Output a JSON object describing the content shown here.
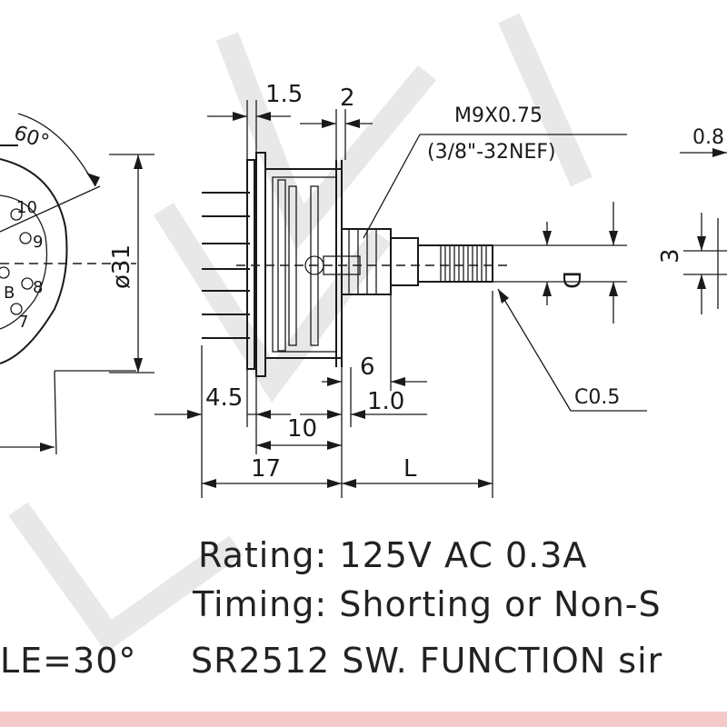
{
  "drawing": {
    "front_view": {
      "angle_label": "60°",
      "diameter_label": "ø31",
      "pin_labels": [
        "10",
        "9",
        "8",
        "7",
        "B"
      ]
    },
    "side_view": {
      "dim_1_5": "1.5",
      "dim_2": "2",
      "thread_spec": "M9X0.75",
      "thread_spec_alt": "(3/8\"-32NEF)",
      "dim_6": "6",
      "dim_4_5": "4.5",
      "dim_1_0": "1.0",
      "dim_10": "10",
      "dim_17": "17",
      "dim_L": "L",
      "dim_D": "D",
      "chamfer": "C0.5"
    },
    "shaft_detail": {
      "dim_0_8": "0.8",
      "dim_3": "3"
    }
  },
  "notes": {
    "rating": "Rating: 125V AC 0.3A",
    "timing": "Timing: Shorting or Non-S",
    "angle": "LE=30°",
    "function": "SR2512 SW. FUNCTION sir"
  },
  "colors": {
    "line": "#1a1a1a",
    "footer_band": "#f3c9c9",
    "watermark": "#e8e8e8"
  }
}
